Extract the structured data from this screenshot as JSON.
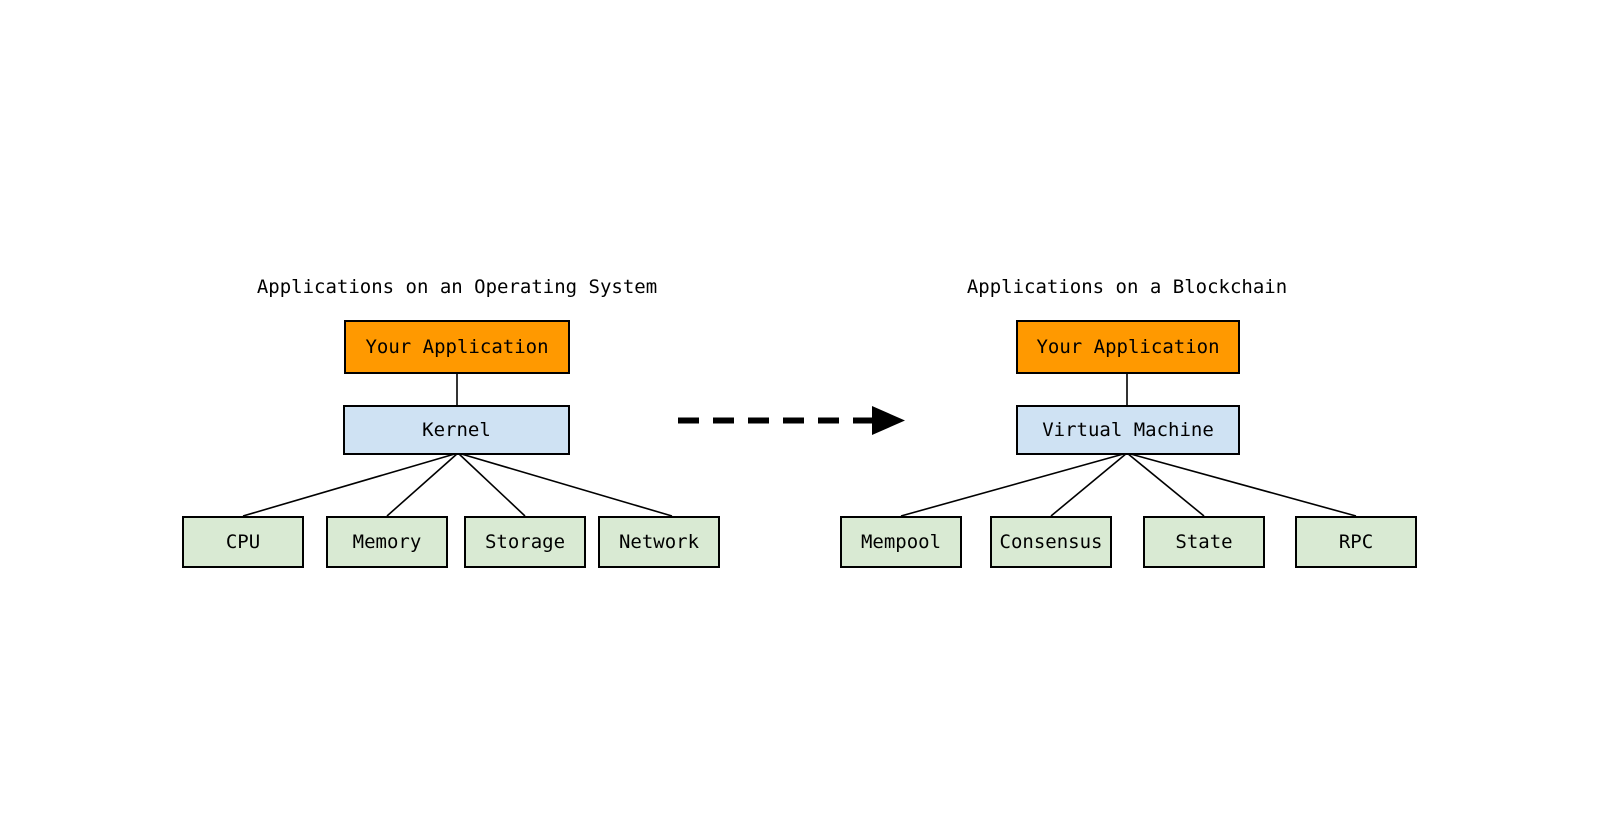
{
  "diagram": {
    "title_left": "Applications on an Operating System",
    "title_right": "Applications on a Blockchain",
    "colors": {
      "application": "#ff9900",
      "layer": "#cfe2f3",
      "leaf": "#d9ead3",
      "stroke": "#000000",
      "background": "#ffffff"
    }
  },
  "left_panel": {
    "title": "Applications on an Operating System",
    "application": "Your Application",
    "layer": "Kernel",
    "leaves": [
      {
        "label": "CPU"
      },
      {
        "label": "Memory"
      },
      {
        "label": "Storage"
      },
      {
        "label": "Network"
      }
    ]
  },
  "right_panel": {
    "title": "Applications on a Blockchain",
    "application": "Your Application",
    "layer": "Virtual Machine",
    "leaves": [
      {
        "label": "Mempool"
      },
      {
        "label": "Consensus"
      },
      {
        "label": "State"
      },
      {
        "label": "RPC"
      }
    ]
  },
  "connector": {
    "style": "dashed-arrow",
    "direction": "left-to-right",
    "label": ""
  }
}
